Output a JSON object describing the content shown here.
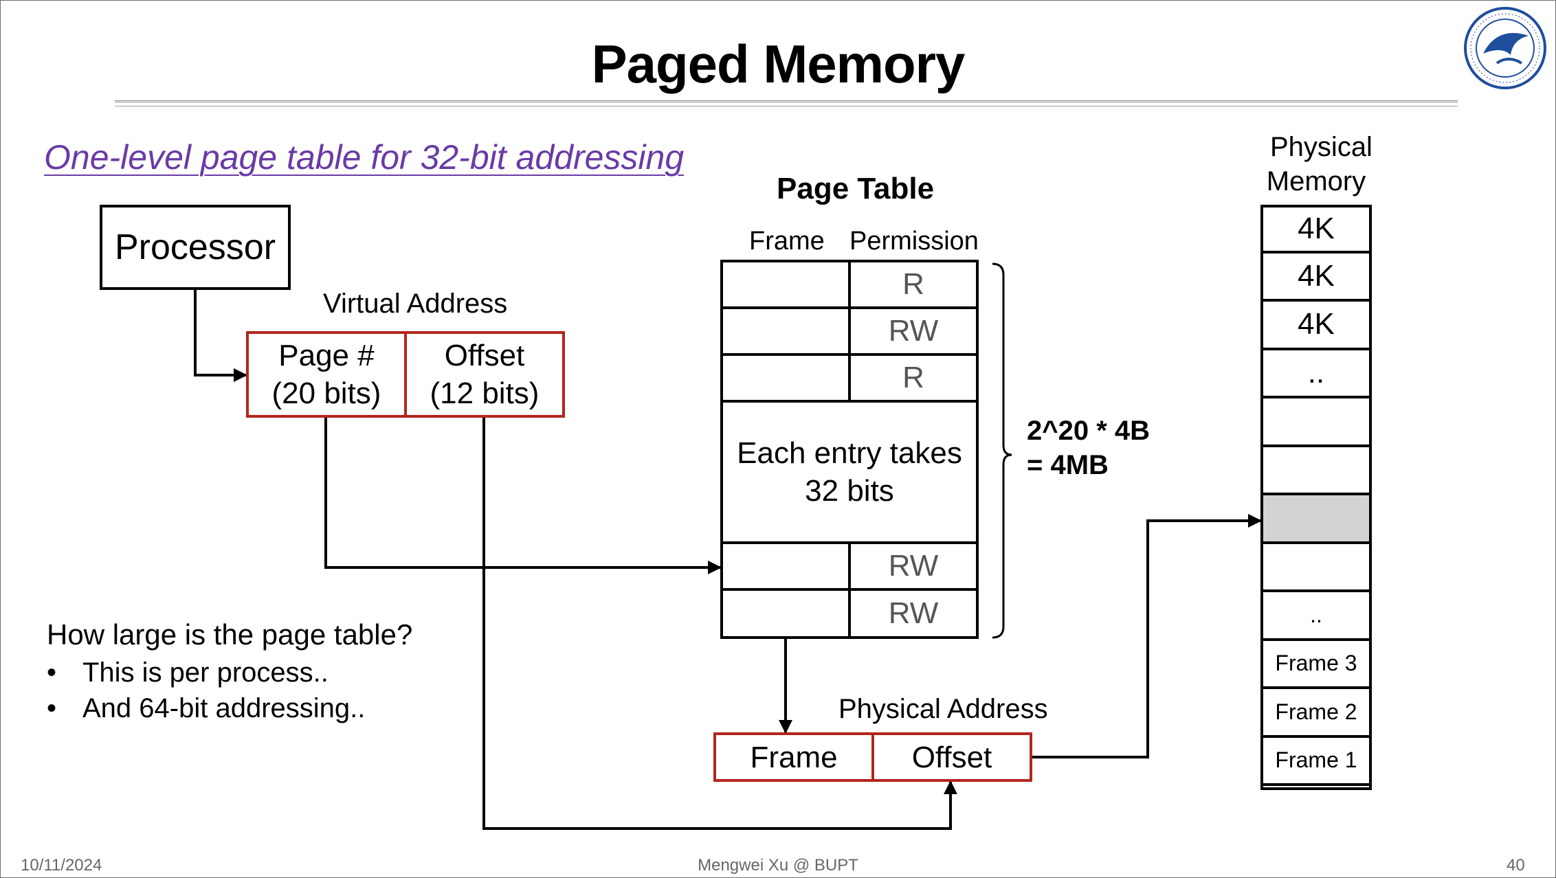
{
  "slide": {
    "title": "Paged Memory",
    "subtitle": "One-level page table for 32-bit addressing",
    "logo_icon": "university-seal-icon",
    "accent_color": "#6a3aa6",
    "address_box_color": "#b3261e"
  },
  "processor": {
    "label": "Processor"
  },
  "virtual_address": {
    "label": "Virtual Address",
    "page_line1": "Page #",
    "page_line2": "(20 bits)",
    "offset_line1": "Offset",
    "offset_line2": "(12 bits)"
  },
  "page_table": {
    "title": "Page Table",
    "col_frame": "Frame",
    "col_permission": "Permission",
    "rows_top": [
      "R",
      "RW",
      "R"
    ],
    "middle_line1": "Each entry takes",
    "middle_line2": "32 bits",
    "rows_bottom": [
      "RW",
      "RW"
    ],
    "size_line1": "2^20 * 4B",
    "size_line2": "= 4MB"
  },
  "physical_address": {
    "label": "Physical Address",
    "frame": "Frame",
    "offset": "Offset"
  },
  "physical_memory": {
    "title_line1": "Physical",
    "title_line2": "Memory",
    "cells": [
      "4K",
      "4K",
      "4K",
      "..",
      "",
      "",
      "",
      "",
      "..",
      "Frame 3",
      "Frame 2",
      "Frame 1"
    ],
    "highlight_index": 6,
    "highlight_color": "#d3d3d3"
  },
  "question": {
    "heading": "How large is the page table?",
    "bullets": [
      "This is per process..",
      "And 64-bit addressing.."
    ]
  },
  "footer": {
    "date": "10/11/2024",
    "author": "Mengwei Xu @ BUPT",
    "page": "40"
  }
}
